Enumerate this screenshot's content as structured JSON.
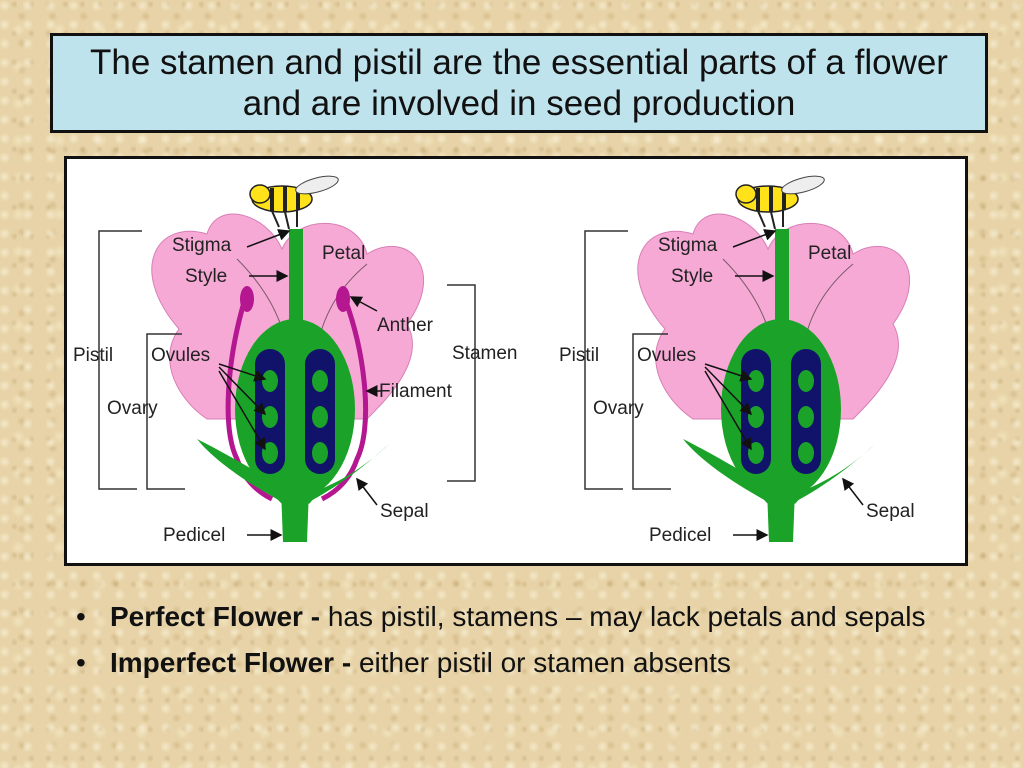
{
  "title": "The stamen and pistil are the essential parts of a flower and are involved in seed production",
  "flower_left": {
    "labels": {
      "stigma": "Stigma",
      "style": "Style",
      "petal": "Petal",
      "anther": "Anther",
      "stamen": "Stamen",
      "pistil": "Pistil",
      "ovules": "Ovules",
      "filament": "Filament",
      "ovary": "Ovary",
      "sepal": "Sepal",
      "pedicel": "Pedicel"
    }
  },
  "flower_right": {
    "labels": {
      "stigma": "Stigma",
      "style": "Style",
      "petal": "Petal",
      "pistil": "Pistil",
      "ovules": "Ovules",
      "ovary": "Ovary",
      "sepal": "Sepal",
      "pedicel": "Pedicel"
    }
  },
  "bullets": [
    {
      "bold": "Perfect Flower -",
      "text": " has pistil, stamens – may lack petals and sepals"
    },
    {
      "bold": "Imperfect Flower -",
      "text": " either pistil or stamen absents"
    }
  ],
  "colors": {
    "title_bg": "#bfe3ec",
    "petal": "#f7a9d6",
    "green": "#1aa328",
    "ovary_dark": "#11136b",
    "stamen_magenta": "#b4178f",
    "bee_yellow": "#ffe21a"
  },
  "bullet_glyph": "•"
}
